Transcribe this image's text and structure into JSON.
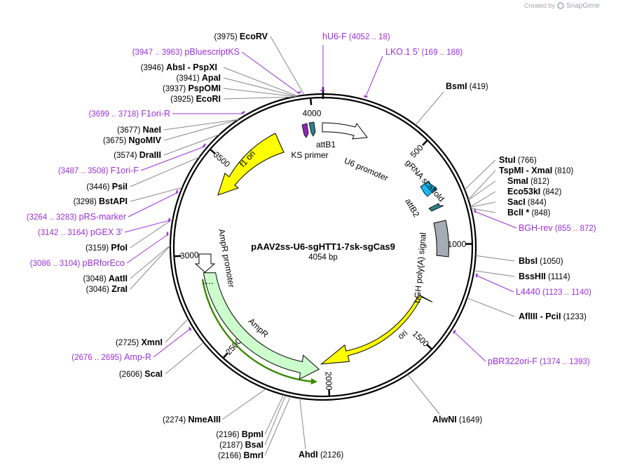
{
  "credit": {
    "prefix": "Created by",
    "brand": "SnapGene"
  },
  "plasmid": {
    "name": "pAAV2ss-U6-sgHTT1-7sk-sgCas9",
    "length": "4054 bp",
    "total_bp": 4054
  },
  "ticks": [
    {
      "bp": 500,
      "label": "500"
    },
    {
      "bp": 1000,
      "label": "1000"
    },
    {
      "bp": 1500,
      "label": "1500"
    },
    {
      "bp": 2000,
      "label": "2000"
    },
    {
      "bp": 2500,
      "label": "2500"
    },
    {
      "bp": 3000,
      "label": "3000"
    },
    {
      "bp": 3500,
      "label": "3500"
    },
    {
      "bp": 4000,
      "label": "4000"
    }
  ],
  "enzymes_right": [
    {
      "bp": 419,
      "name": "BsmI",
      "pos": "(419)"
    },
    {
      "bp": 766,
      "name": "StuI",
      "pos": "(766)"
    },
    {
      "bp": 810,
      "name": "TspMI",
      "name2": "XmaI",
      "pos": "(810)"
    },
    {
      "bp": 812,
      "name": "SmaI",
      "pos": "(812)"
    },
    {
      "bp": 842,
      "name": "Eco53kI",
      "pos": "(842)"
    },
    {
      "bp": 844,
      "name": "SacI",
      "pos": "(844)"
    },
    {
      "bp": 848,
      "name": "BclI *",
      "pos": "(848)"
    },
    {
      "bp": 1050,
      "name": "BbsI",
      "pos": "(1050)"
    },
    {
      "bp": 1114,
      "name": "BssHII",
      "pos": "(1114)"
    },
    {
      "bp": 1233,
      "name": "AflIII",
      "name2": "PciI",
      "pos": "(1233)"
    },
    {
      "bp": 1649,
      "name": "AlwNI",
      "pos": "(1649)"
    },
    {
      "bp": 2126,
      "name": "AhdI",
      "pos": "(2126)"
    }
  ],
  "enzymes_left": [
    {
      "bp": 3975,
      "name": "EcoRV",
      "pos": "(3975)"
    },
    {
      "bp": 3946,
      "name": "AbsI",
      "name2": "PspXI",
      "pos": "(3946)"
    },
    {
      "bp": 3941,
      "name": "ApaI",
      "pos": "(3941)"
    },
    {
      "bp": 3937,
      "name": "PspOMI",
      "pos": "(3937)"
    },
    {
      "bp": 3925,
      "name": "EcoRI",
      "pos": "(3925)"
    },
    {
      "bp": 3677,
      "name": "NaeI",
      "pos": "(3677)"
    },
    {
      "bp": 3675,
      "name": "NgoMIV",
      "pos": "(3675)"
    },
    {
      "bp": 3574,
      "name": "DraIII",
      "pos": "(3574)"
    },
    {
      "bp": 3446,
      "name": "PsiI",
      "pos": "(3446)"
    },
    {
      "bp": 3298,
      "name": "BstAPI",
      "pos": "(3298)"
    },
    {
      "bp": 3159,
      "name": "PfoI",
      "pos": "(3159)"
    },
    {
      "bp": 3048,
      "name": "AatII",
      "pos": "(3048)"
    },
    {
      "bp": 3046,
      "name": "ZraI",
      "pos": "(3046)"
    },
    {
      "bp": 2725,
      "name": "XmnI",
      "pos": "(2725)"
    },
    {
      "bp": 2606,
      "name": "ScaI",
      "pos": "(2606)"
    },
    {
      "bp": 2274,
      "name": "NmeAIII",
      "pos": "(2274)"
    },
    {
      "bp": 2196,
      "name": "BpmI",
      "pos": "(2196)"
    },
    {
      "bp": 2187,
      "name": "BsaI",
      "pos": "(2187)"
    },
    {
      "bp": 2166,
      "name": "BmrI",
      "pos": "(2166)"
    }
  ],
  "primers": [
    {
      "bp": 4052,
      "name": "hU6-F",
      "range": "(4052 .. 18)"
    },
    {
      "bp": 178,
      "name": "LKO.1 5'",
      "range": "(169 .. 188)"
    },
    {
      "bp": 3955,
      "name": "pBluescriptKS",
      "range": "(3947 .. 3963)"
    },
    {
      "bp": 3708,
      "name": "F1ori-R",
      "range": "(3699 .. 3718)"
    },
    {
      "bp": 3497,
      "name": "F1ori-F",
      "range": "(3487 .. 3508)"
    },
    {
      "bp": 3273,
      "name": "pRS-marker",
      "range": "(3264 .. 3283)"
    },
    {
      "bp": 3153,
      "name": "pGEX 3'",
      "range": "(3142 .. 3164)"
    },
    {
      "bp": 3095,
      "name": "pBRforEco",
      "range": "(3086 .. 3104)"
    },
    {
      "bp": 2685,
      "name": "Amp-R",
      "range": "(2676 .. 2695)"
    },
    {
      "bp": 863,
      "name": "BGH-rev",
      "range": "(855 .. 872)"
    },
    {
      "bp": 1131,
      "name": "L4440",
      "range": "(1123 .. 1140)"
    },
    {
      "bp": 1383,
      "name": "pBR322ori-F",
      "range": "(1374 .. 1393)"
    }
  ],
  "features": [
    {
      "name": "f1 ori",
      "color": "#ffff00"
    },
    {
      "name": "AmpR promoter",
      "color": "#ffffff"
    },
    {
      "name": "AmpR",
      "color": "#ccffcc"
    },
    {
      "name": "ori",
      "color": "#ffff00"
    },
    {
      "name": "bGH poly(A) signal",
      "color": "#a6acb3"
    },
    {
      "name": "U6 promoter",
      "color": "#ffffff"
    },
    {
      "name": "gRNA scaffold",
      "color": "#19b7ef"
    },
    {
      "name": "attB2",
      "color": "#2e7e8f"
    },
    {
      "name": "attB1",
      "color": "#2e7e8f"
    },
    {
      "name": "KS primer",
      "color": "#8a2bb0"
    }
  ],
  "colors": {
    "primer": "#9b30d9",
    "backbone": "#000000",
    "leader": "#888888",
    "amp_line": "#3a8a00"
  }
}
